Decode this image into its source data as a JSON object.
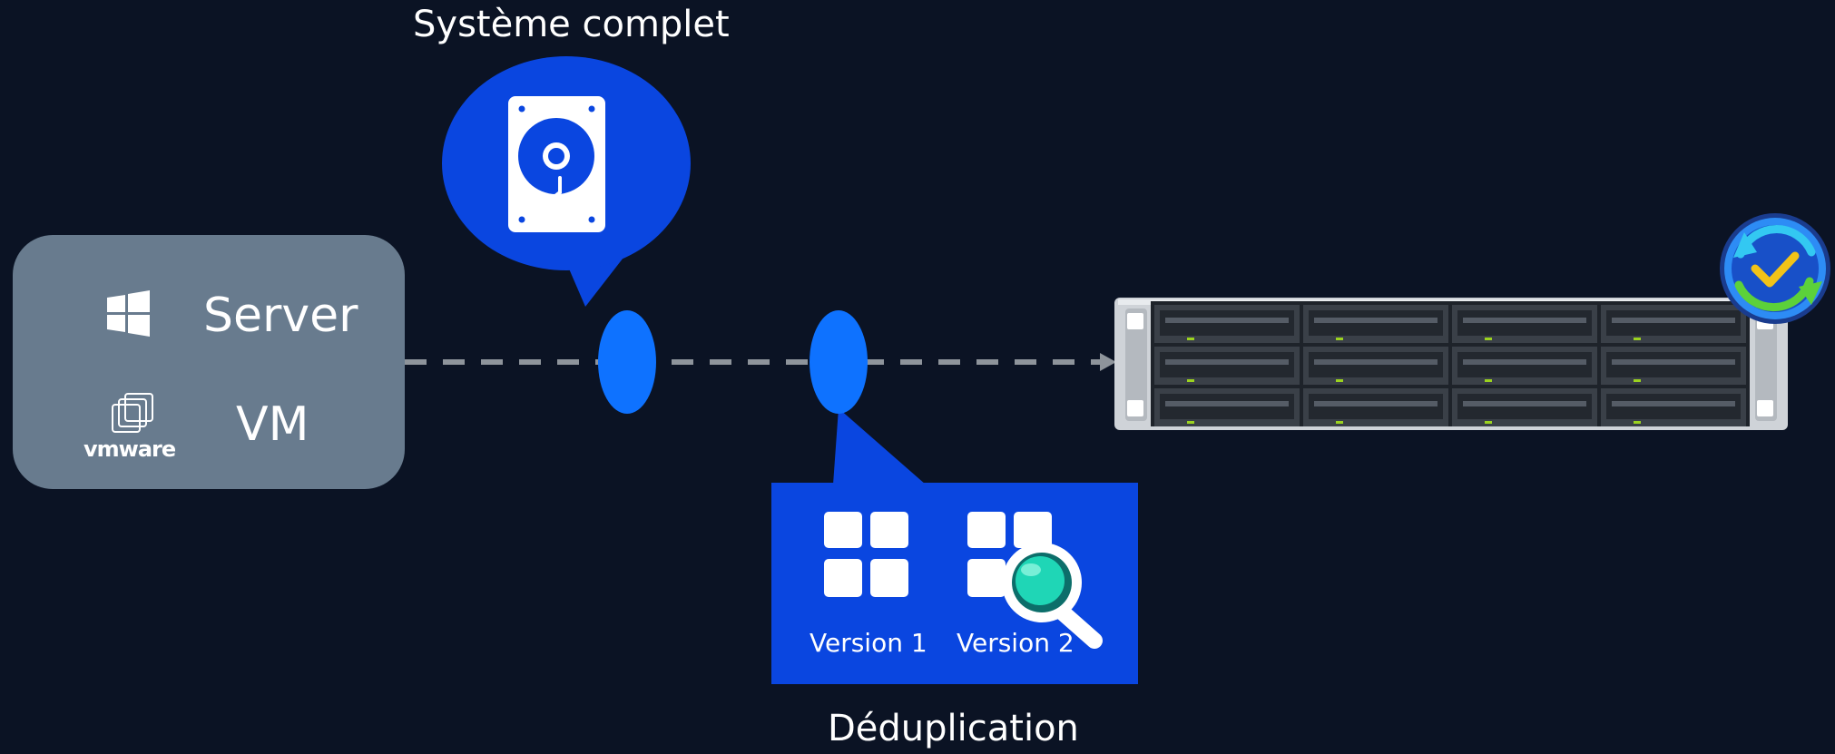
{
  "title_full_system": "Système complet",
  "source": {
    "server_label": "Server",
    "vm_label": "VM",
    "vmware_logo_text": "vmware",
    "windows_icon": "windows-logo-icon",
    "vmware_icon": "vmware-logo-icon"
  },
  "dedup_box": {
    "version1_label": "Version 1",
    "version2_label": "Version 2",
    "caption": "Déduplication",
    "magnifier_icon": "magnifier-icon"
  },
  "target": {
    "nas_icon": "nas-rack-icon",
    "app_icon": "backup-sync-check-icon"
  },
  "colors": {
    "background": "#0b1324",
    "source_box": "#687b8e",
    "bubble_blue": "#0a46e0",
    "node_blue": "#0e72ff",
    "connector_dash": "#8e949b",
    "nas_body": "#cfd3d8",
    "nas_led": "#9bd21f"
  }
}
